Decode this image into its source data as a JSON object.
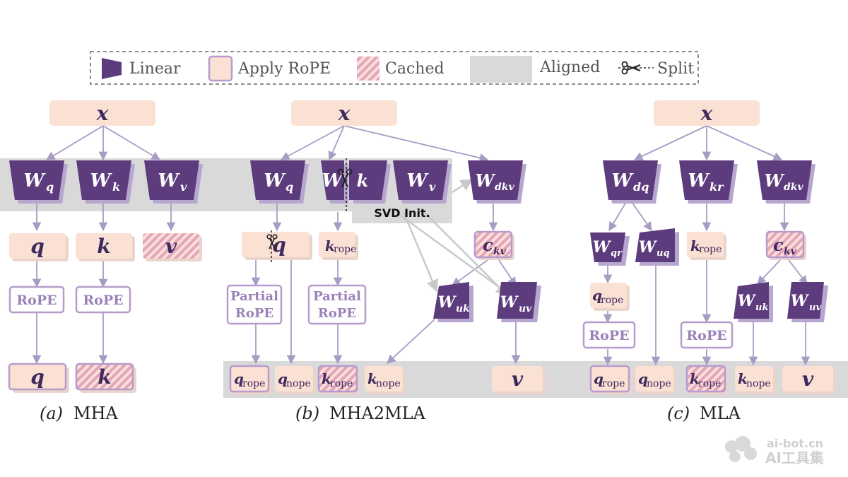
{
  "legend": {
    "linear": "Linear",
    "apply_rope": "Apply RoPE",
    "cached": "Cached",
    "aligned": "Aligned",
    "split": "Split"
  },
  "colors": {
    "linear_fill": "#5d3c7e",
    "rope_fill": "#fbe0d4",
    "rope_stroke": "#b69ccd",
    "aligned_fill": "#d9d9d9",
    "arrow": "#a89bc4",
    "cached_stripe": "#e4a4c0"
  },
  "icons": {
    "split": "scissors-icon"
  },
  "mha": {
    "x": "x",
    "wq": "W",
    "wq_sub": "q",
    "wk": "W",
    "wk_sub": "k",
    "wv": "W",
    "wv_sub": "v",
    "q": "q",
    "k": "k",
    "v": "v",
    "rope1": "RoPE",
    "rope2": "RoPE",
    "q_out": "q",
    "k_out": "k",
    "caption_letter": "(a)",
    "caption": "MHA"
  },
  "mha2mla": {
    "x": "x",
    "wq": "W",
    "wq_sub": "q",
    "wk": "W",
    "wk_sub": "k",
    "wv": "W",
    "wv_sub": "v",
    "wdkv": "W",
    "wdkv_sub": "dkv",
    "svd": "SVD Init.",
    "q": "q",
    "krope": "k",
    "krope_sub": "rope",
    "ckv": "c",
    "ckv_sub": "kv",
    "partial_rope1_a": "Partial",
    "partial_rope1_b": "RoPE",
    "partial_rope2_a": "Partial",
    "partial_rope2_b": "RoPE",
    "wuk": "W",
    "wuk_sub": "uk",
    "wuv": "W",
    "wuv_sub": "uv",
    "qrope_out": "q",
    "qrope_out_sub": "rope",
    "qnope_out": "q",
    "qnope_out_sub": "nope",
    "krope_out": "k",
    "krope_out_sub": "rope",
    "knope_out": "k",
    "knope_out_sub": "nope",
    "v_out": "v",
    "caption_letter": "(b)",
    "caption": "MHA2MLA"
  },
  "mla": {
    "x": "x",
    "wdq": "W",
    "wdq_sub": "dq",
    "wkr": "W",
    "wkr_sub": "kr",
    "wdkv": "W",
    "wdkv_sub": "dkv",
    "wqr": "W",
    "wqr_sub": "qr",
    "wuq": "W",
    "wuq_sub": "uq",
    "krope": "k",
    "krope_sub": "rope",
    "ckv": "c",
    "ckv_sub": "kv",
    "qrope": "q",
    "qrope_sub": "rope",
    "rope1": "RoPE",
    "rope2": "RoPE",
    "wuk": "W",
    "wuk_sub": "uk",
    "wuv": "W",
    "wuv_sub": "uv",
    "qrope_out": "q",
    "qrope_out_sub": "rope",
    "qnope_out": "q",
    "qnope_out_sub": "nope",
    "krope_out": "k",
    "krope_out_sub": "rope",
    "knope_out": "k",
    "knope_out_sub": "nope",
    "v_out": "v",
    "caption_letter": "(c)",
    "caption": "MLA"
  },
  "watermark": {
    "line1": "ai-bot.cn",
    "line2": "AI工具集"
  }
}
